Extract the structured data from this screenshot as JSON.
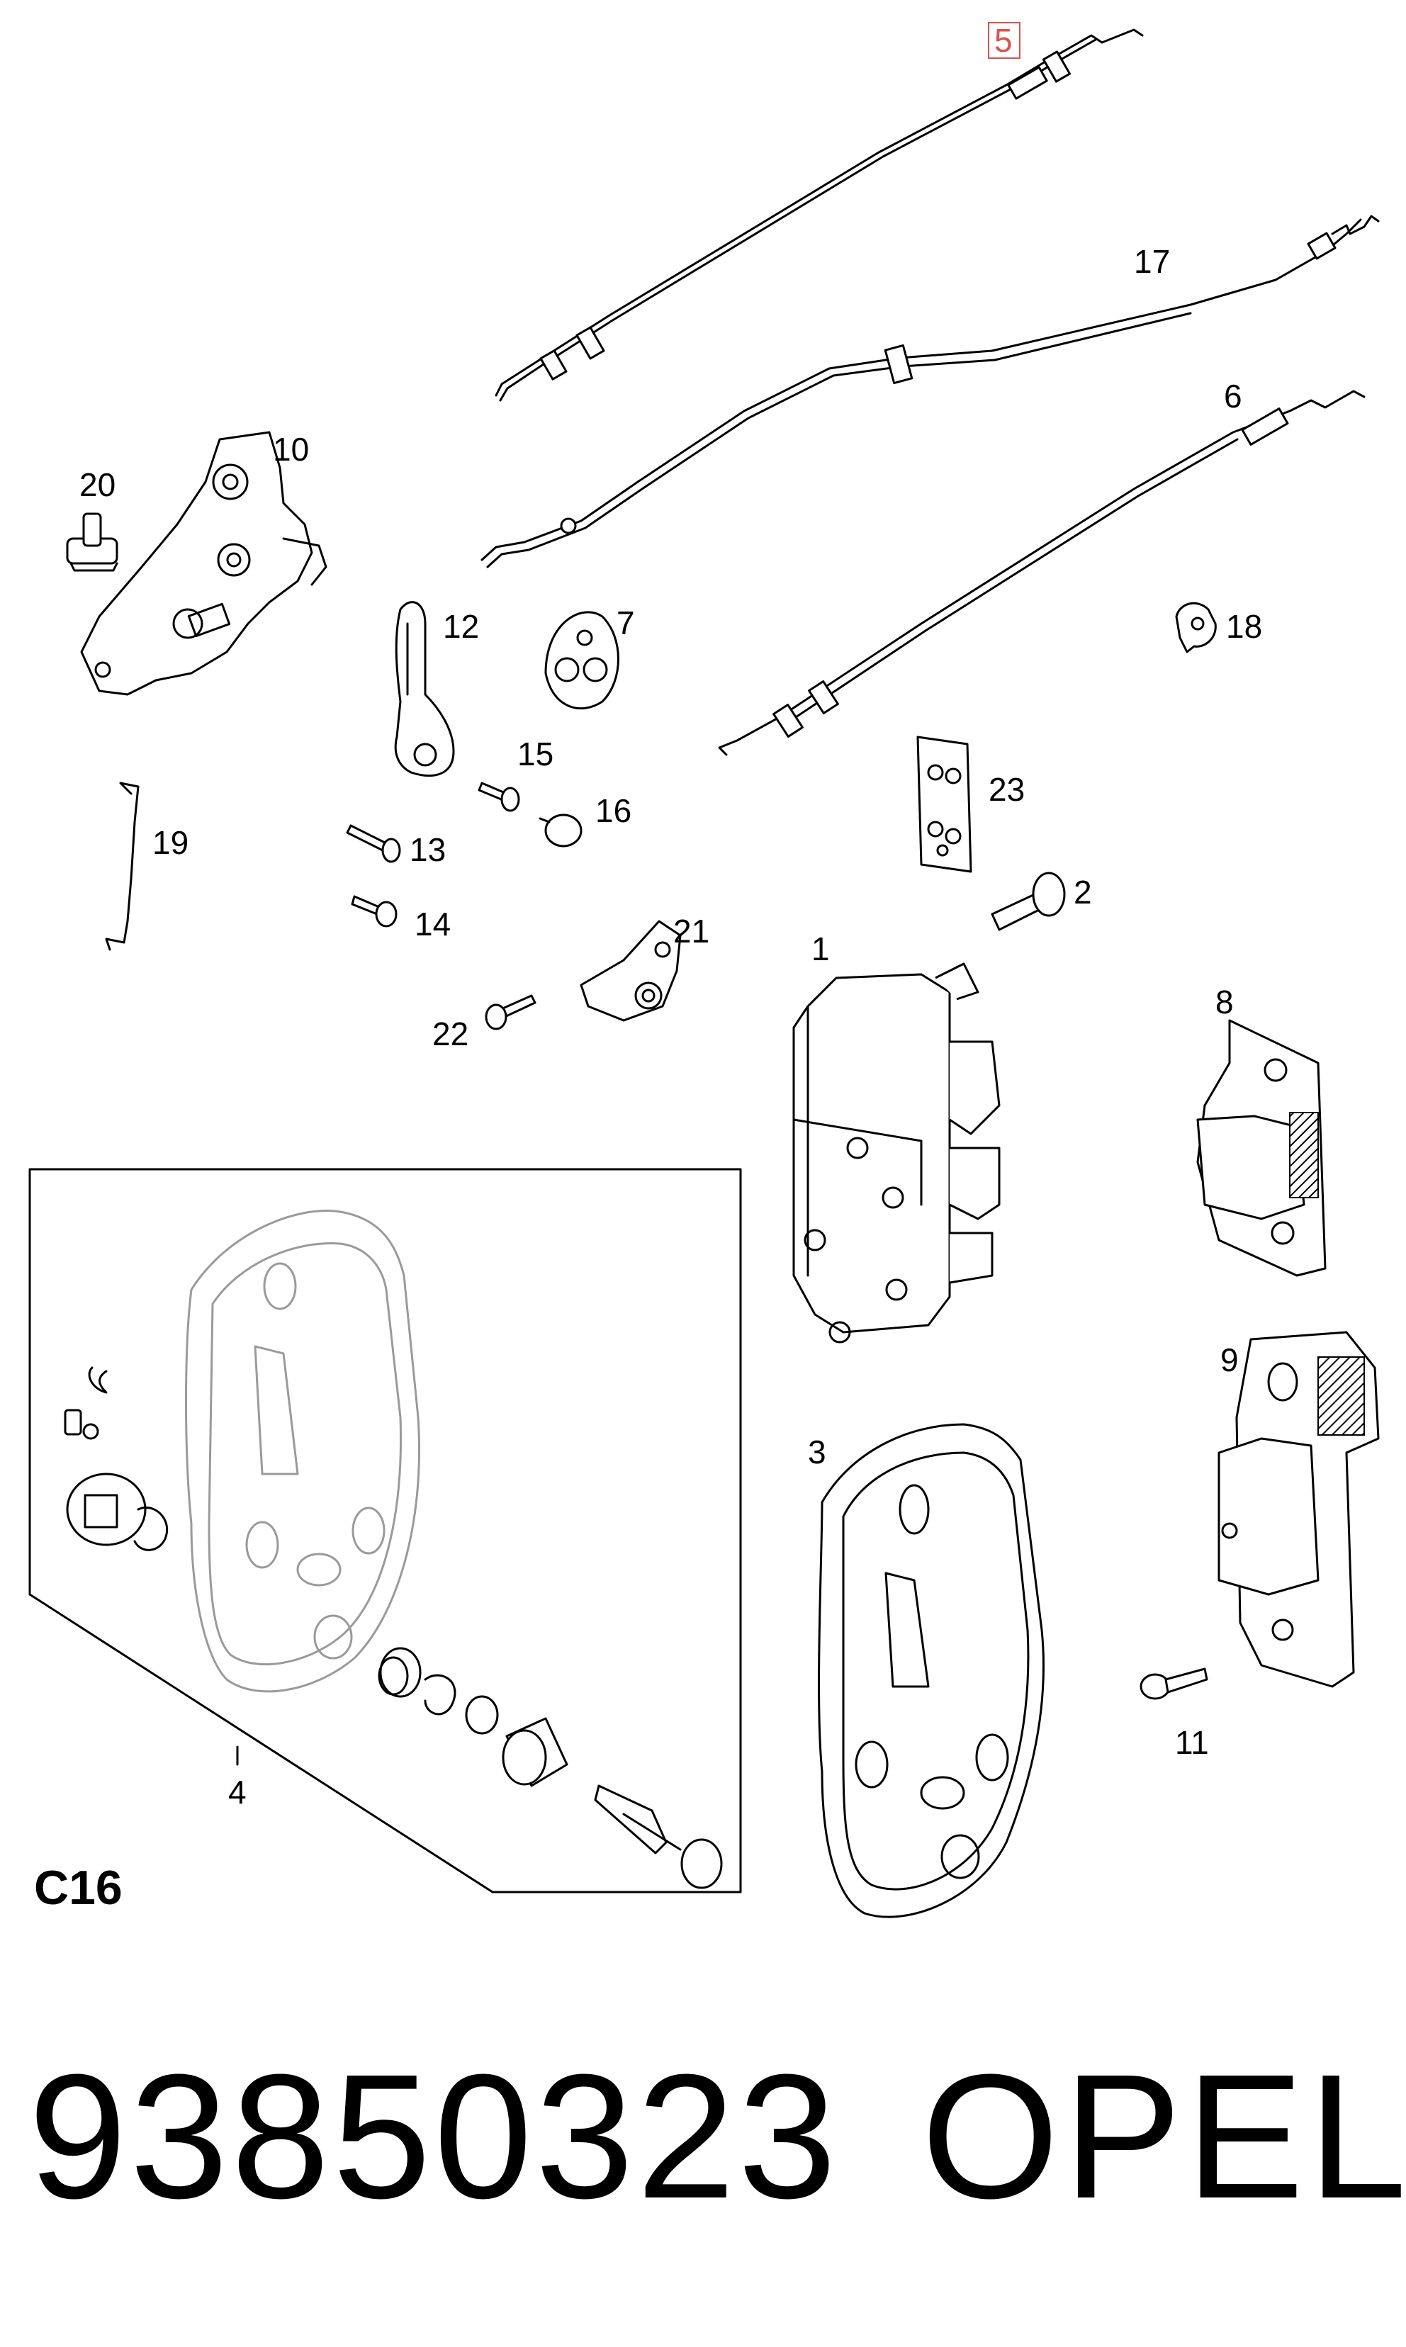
{
  "callouts": {
    "c1": "1",
    "c2": "2",
    "c3": "3",
    "c4": "4",
    "c5": "5",
    "c6": "6",
    "c7": "7",
    "c8": "8",
    "c9": "9",
    "c10": "10",
    "c11": "11",
    "c12": "12",
    "c13": "13",
    "c14": "14",
    "c15": "15",
    "c16": "16",
    "c17": "17",
    "c18": "18",
    "c19": "19",
    "c20": "20",
    "c21": "21",
    "c22": "22",
    "c23": "23"
  },
  "highlighted_callout": "5",
  "highlight_color": "#d9534f",
  "group_label": "C16",
  "footer": {
    "part_number": "93850323",
    "brand": "OPEL"
  }
}
